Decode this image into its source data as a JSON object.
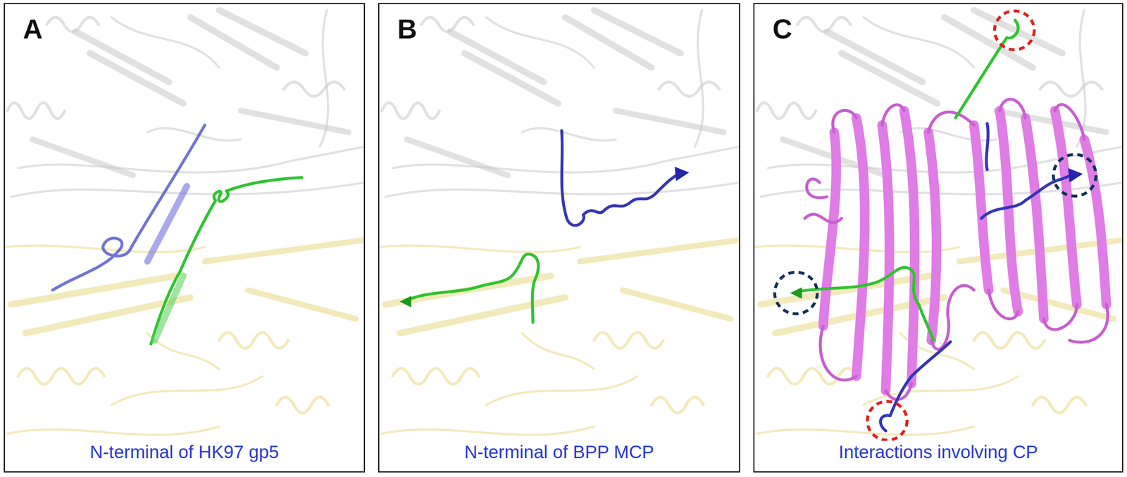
{
  "diagram": {
    "nodes": [
      {
        "text": [
          "A",
          "N-terminal of HK97 gp5"
        ]
      },
      {
        "text": [
          "B",
          "N-terminal of BPP MCP"
        ]
      },
      {
        "text": [
          "C",
          "Interactions involving CP"
        ]
      }
    ]
  }
}
